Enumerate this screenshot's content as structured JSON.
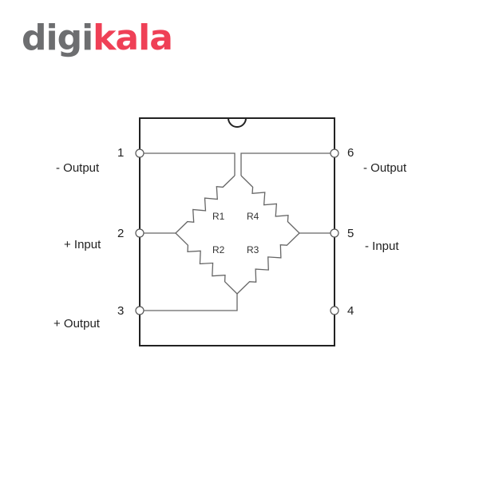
{
  "logo": {
    "part1": "digi",
    "part2": "kala",
    "colors": {
      "gray": "#6d6e70",
      "red": "#ef4056"
    }
  },
  "pins": {
    "p1": {
      "number": "1",
      "label": "- Output"
    },
    "p2": {
      "number": "2",
      "label": "+ Input"
    },
    "p3": {
      "number": "3",
      "label": "+ Output"
    },
    "p4": {
      "number": "4",
      "label": ""
    },
    "p5": {
      "number": "5",
      "label": "- Input"
    },
    "p6": {
      "number": "6",
      "label": "- Output"
    }
  },
  "resistors": {
    "r1": "R1",
    "r2": "R2",
    "r3": "R3",
    "r4": "R4"
  }
}
